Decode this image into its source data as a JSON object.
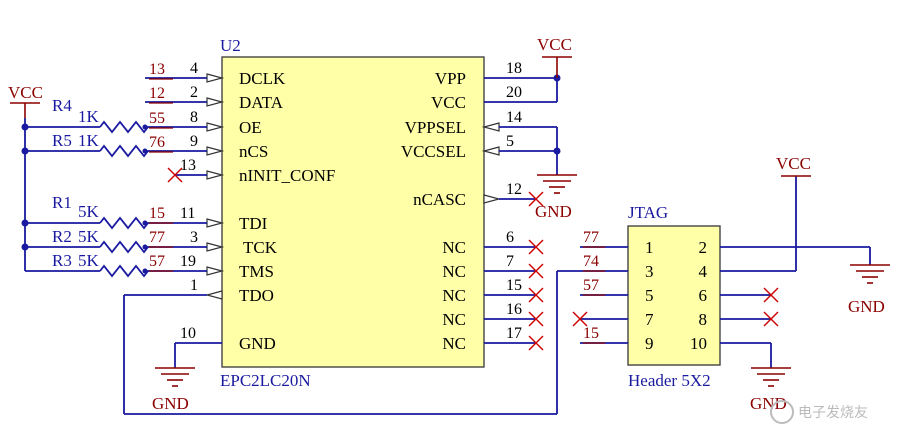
{
  "u2": {
    "ref": "U2",
    "part": "EPC2LC20N",
    "left_pins": [
      {
        "name": "DCLK",
        "num": "4",
        "net": "13"
      },
      {
        "name": "DATA",
        "num": "2",
        "net": "12"
      },
      {
        "name": "OE",
        "num": "8",
        "net": "55"
      },
      {
        "name": "nCS",
        "num": "9",
        "net": "76"
      },
      {
        "name": "nINIT_CONF",
        "num": "13",
        "net": ""
      },
      {
        "name": "TDI",
        "num": "11",
        "net": "15"
      },
      {
        "name": "TCK",
        "num": "3",
        "net": "77"
      },
      {
        "name": "TMS",
        "num": "19",
        "net": "57"
      },
      {
        "name": "TDO",
        "num": "1",
        "net": ""
      },
      {
        "name": "GND",
        "num": "10",
        "net": ""
      }
    ],
    "right_pins": [
      {
        "name": "VPP",
        "num": "18"
      },
      {
        "name": "VCC",
        "num": "20"
      },
      {
        "name": "VPPSEL",
        "num": "14"
      },
      {
        "name": "VCCSEL",
        "num": "5"
      },
      {
        "name": "nCASC",
        "num": "12"
      },
      {
        "name": "NC",
        "num": "6"
      },
      {
        "name": "NC",
        "num": "7"
      },
      {
        "name": "NC",
        "num": "15"
      },
      {
        "name": "NC",
        "num": "16"
      },
      {
        "name": "NC",
        "num": "17"
      }
    ]
  },
  "jtag": {
    "ref": "JTAG",
    "part": "Header 5X2",
    "pins_left": [
      "1",
      "3",
      "5",
      "7",
      "9"
    ],
    "pins_right": [
      "2",
      "4",
      "6",
      "8",
      "10"
    ],
    "nets_left": [
      "77",
      "74",
      "57",
      "",
      "15"
    ]
  },
  "resistors": [
    {
      "ref": "R4",
      "value": "1K"
    },
    {
      "ref": "R5",
      "value": "1K"
    },
    {
      "ref": "R1",
      "value": "5K"
    },
    {
      "ref": "R2",
      "value": "5K"
    },
    {
      "ref": "R3",
      "value": "5K"
    }
  ],
  "power": {
    "vcc": "VCC",
    "gnd": "GND"
  },
  "watermark": "电子发烧友"
}
